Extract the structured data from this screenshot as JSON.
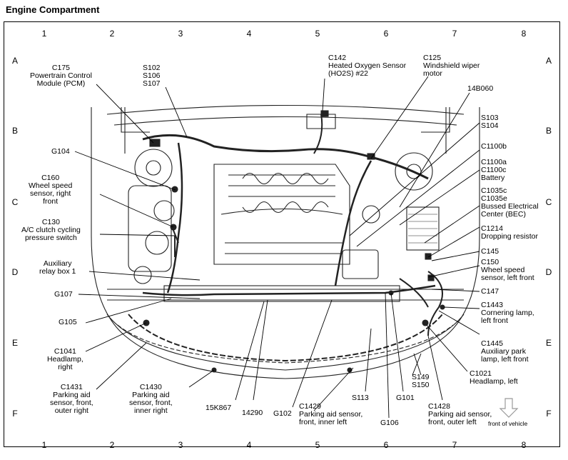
{
  "title": "Engine Compartment",
  "columns": [
    "1",
    "2",
    "3",
    "4",
    "5",
    "6",
    "7",
    "8"
  ],
  "rows": [
    "A",
    "B",
    "C",
    "D",
    "E",
    "F"
  ],
  "labels": {
    "c175": [
      "C175",
      "Powertrain Control",
      "Module (PCM)"
    ],
    "s102": [
      "S102",
      "S106",
      "S107"
    ],
    "c142": [
      "C142",
      "Heated Oxygen Sensor",
      "(HO2S) #22"
    ],
    "c125": [
      "C125",
      "Windshield wiper",
      "motor"
    ],
    "m14b060": [
      "14B060"
    ],
    "s103": [
      "S103",
      "S104"
    ],
    "c1100b": [
      "C1100b"
    ],
    "c1100a": [
      "C1100a",
      "C1100c",
      "Battery"
    ],
    "c1035c": [
      "C1035c",
      "C1035e",
      "Bussed Electrical",
      "Center (BEC)"
    ],
    "c1214": [
      "C1214",
      "Dropping resistor"
    ],
    "c145": [
      "C145"
    ],
    "c150": [
      "C150",
      "Wheel speed",
      "sensor, left front"
    ],
    "c147": [
      "C147"
    ],
    "c1443": [
      "C1443",
      "Cornering lamp,",
      "left front"
    ],
    "c1445": [
      "C1445",
      "Auxiliary park",
      "lamp, left front"
    ],
    "c1021": [
      "C1021",
      "Headlamp, left"
    ],
    "c1428": [
      "C1428",
      "Parking aid sensor,",
      "front, outer left"
    ],
    "front": [
      "front of vehicle"
    ],
    "g104": [
      "G104"
    ],
    "c160": [
      "C160",
      "Wheel speed",
      "sensor, right",
      "front"
    ],
    "c130": [
      "C130",
      "A/C clutch cycling",
      "pressure switch"
    ],
    "aux": [
      "Auxiliary",
      "relay box 1"
    ],
    "g107": [
      "G107"
    ],
    "g105": [
      "G105"
    ],
    "c1041": [
      "C1041",
      "Headlamp,",
      "right"
    ],
    "c1431": [
      "C1431",
      "Parking aid",
      "sensor, front,",
      "outer right"
    ],
    "c1430": [
      "C1430",
      "Parking aid",
      "sensor, front,",
      "inner right"
    ],
    "k867": [
      "15K867"
    ],
    "n14290": [
      "14290"
    ],
    "g102": [
      "G102"
    ],
    "c1429": [
      "C1429",
      "Parking aid sensor,",
      "front, inner left"
    ],
    "s113": [
      "S113"
    ],
    "g106": [
      "G106"
    ],
    "g101": [
      "G101"
    ],
    "s149": [
      "S149",
      "S150"
    ]
  }
}
